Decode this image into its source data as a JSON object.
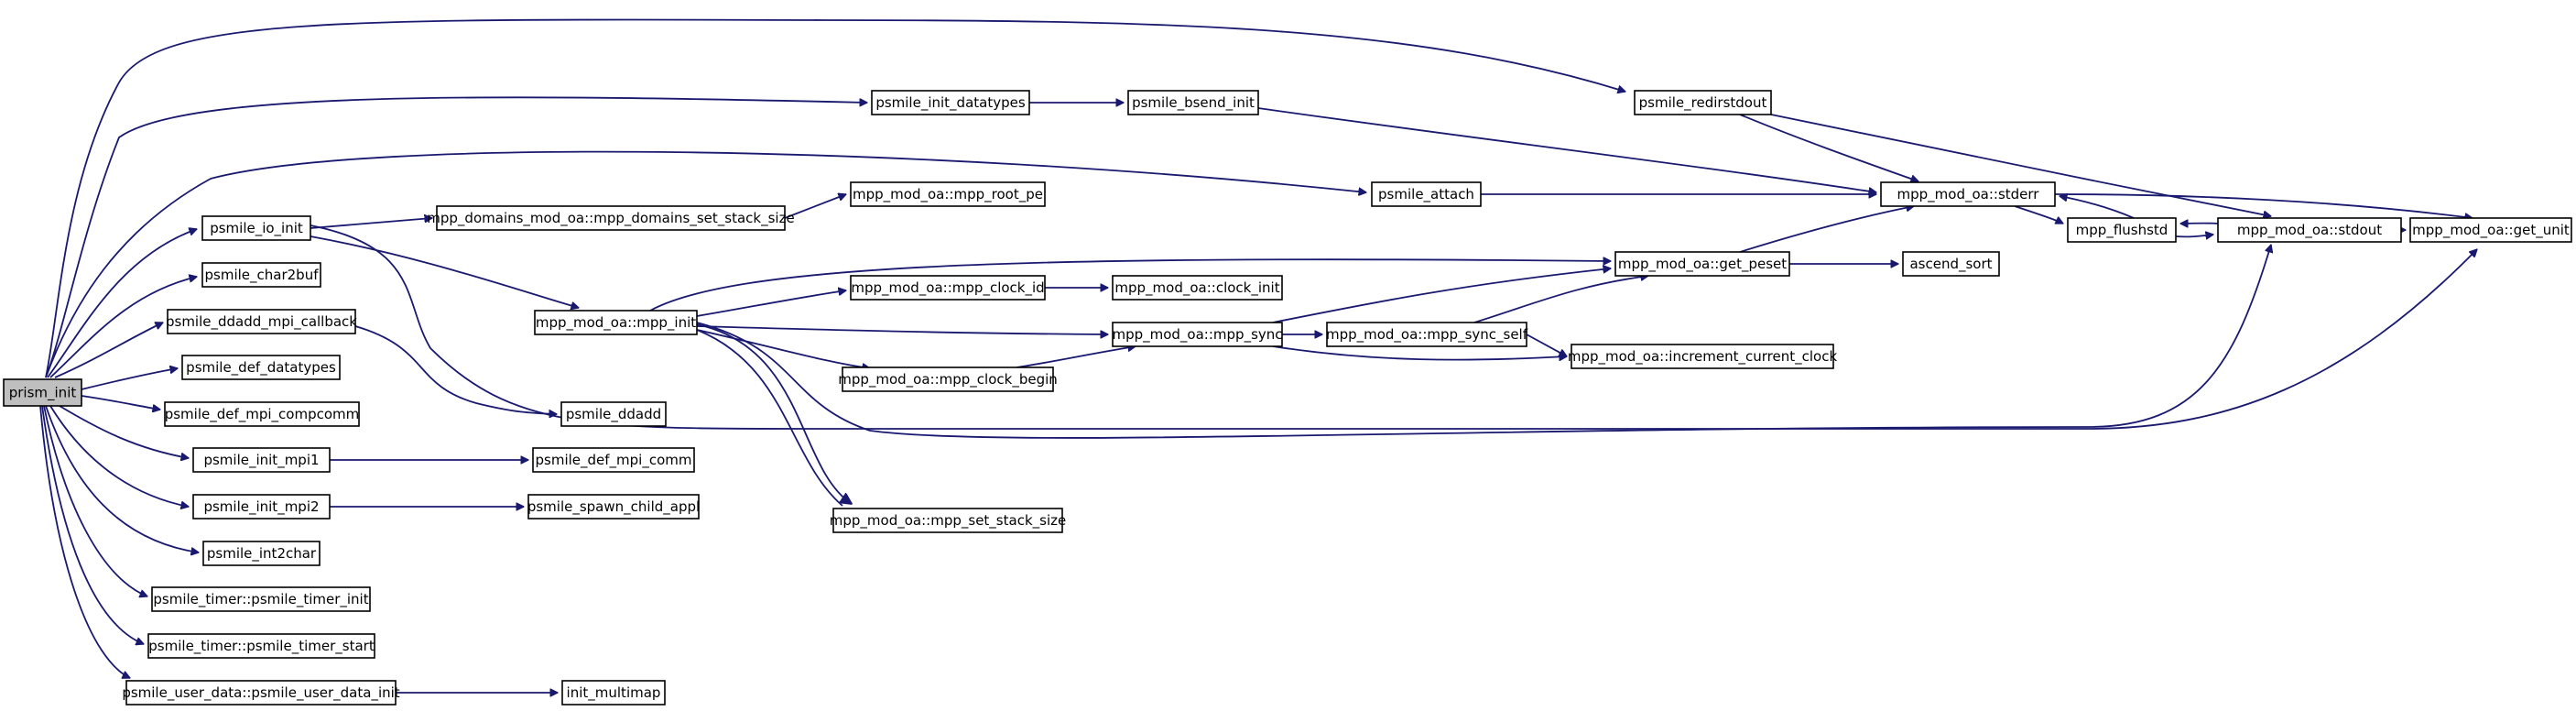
{
  "graph": {
    "title": "",
    "edge_color": "#191970",
    "root_fill": "#bfbfbf",
    "nodes": [
      {
        "id": "prism_init",
        "label": "prism_init",
        "root": true
      },
      {
        "id": "psmile_io_init",
        "label": "psmile_io_init"
      },
      {
        "id": "psmile_char2buf",
        "label": "psmile_char2buf"
      },
      {
        "id": "psmile_ddadd_mpi_callback",
        "label": "psmile_ddadd_mpi_callback"
      },
      {
        "id": "psmile_def_datatypes",
        "label": "psmile_def_datatypes"
      },
      {
        "id": "psmile_def_mpi_compcomm",
        "label": "psmile_def_mpi_compcomm"
      },
      {
        "id": "psmile_init_mpi1",
        "label": "psmile_init_mpi1"
      },
      {
        "id": "psmile_init_mpi2",
        "label": "psmile_init_mpi2"
      },
      {
        "id": "psmile_int2char",
        "label": "psmile_int2char"
      },
      {
        "id": "psmile_timer_init",
        "label": "psmile_timer::psmile_timer_init"
      },
      {
        "id": "psmile_timer_start",
        "label": "psmile_timer::psmile_timer_start"
      },
      {
        "id": "psmile_user_data_init",
        "label": "psmile_user_data::psmile_user_data_init"
      },
      {
        "id": "mpp_domains_set_stack_size",
        "label": "mpp_domains_mod_oa::mpp_domains_set_stack_size"
      },
      {
        "id": "mpp_init",
        "label": "mpp_mod_oa::mpp_init"
      },
      {
        "id": "psmile_ddadd",
        "label": "psmile_ddadd"
      },
      {
        "id": "psmile_def_mpi_comm",
        "label": "psmile_def_mpi_comm"
      },
      {
        "id": "psmile_spawn_child_appl",
        "label": "psmile_spawn_child_appl"
      },
      {
        "id": "init_multimap",
        "label": "init_multimap"
      },
      {
        "id": "psmile_init_datatypes",
        "label": "psmile_init_datatypes"
      },
      {
        "id": "mpp_root_pe",
        "label": "mpp_mod_oa::mpp_root_pe"
      },
      {
        "id": "mpp_clock_id",
        "label": "mpp_mod_oa::mpp_clock_id"
      },
      {
        "id": "mpp_clock_begin",
        "label": "mpp_mod_oa::mpp_clock_begin"
      },
      {
        "id": "mpp_set_stack_size",
        "label": "mpp_mod_oa::mpp_set_stack_size"
      },
      {
        "id": "psmile_bsend_init",
        "label": "psmile_bsend_init"
      },
      {
        "id": "clock_init",
        "label": "mpp_mod_oa::clock_init"
      },
      {
        "id": "mpp_sync",
        "label": "mpp_mod_oa::mpp_sync"
      },
      {
        "id": "mpp_sync_self",
        "label": "mpp_mod_oa::mpp_sync_self"
      },
      {
        "id": "psmile_attach",
        "label": "psmile_attach"
      },
      {
        "id": "psmile_redirstdout",
        "label": "psmile_redirstdout"
      },
      {
        "id": "get_peset",
        "label": "mpp_mod_oa::get_peset"
      },
      {
        "id": "increment_current_clock",
        "label": "mpp_mod_oa::increment_current_clock"
      },
      {
        "id": "stderr",
        "label": "mpp_mod_oa::stderr"
      },
      {
        "id": "ascend_sort",
        "label": "ascend_sort"
      },
      {
        "id": "mpp_flushstd",
        "label": "mpp_flushstd"
      },
      {
        "id": "stdout",
        "label": "mpp_mod_oa::stdout"
      },
      {
        "id": "get_unit",
        "label": "mpp_mod_oa::get_unit"
      }
    ],
    "edges": [
      [
        "prism_init",
        "psmile_redirstdout"
      ],
      [
        "prism_init",
        "psmile_init_datatypes"
      ],
      [
        "prism_init",
        "psmile_attach"
      ],
      [
        "prism_init",
        "psmile_io_init"
      ],
      [
        "prism_init",
        "psmile_char2buf"
      ],
      [
        "prism_init",
        "psmile_ddadd_mpi_callback"
      ],
      [
        "prism_init",
        "psmile_def_datatypes"
      ],
      [
        "prism_init",
        "psmile_def_mpi_compcomm"
      ],
      [
        "prism_init",
        "psmile_init_mpi1"
      ],
      [
        "prism_init",
        "psmile_init_mpi2"
      ],
      [
        "prism_init",
        "psmile_int2char"
      ],
      [
        "prism_init",
        "psmile_timer_init"
      ],
      [
        "prism_init",
        "psmile_timer_start"
      ],
      [
        "prism_init",
        "psmile_user_data_init"
      ],
      [
        "psmile_io_init",
        "mpp_domains_set_stack_size"
      ],
      [
        "psmile_io_init",
        "mpp_init"
      ],
      [
        "psmile_io_init",
        "get_unit"
      ],
      [
        "mpp_domains_set_stack_size",
        "mpp_root_pe"
      ],
      [
        "psmile_ddadd_mpi_callback",
        "psmile_ddadd"
      ],
      [
        "psmile_init_mpi1",
        "psmile_def_mpi_comm"
      ],
      [
        "psmile_init_mpi2",
        "psmile_spawn_child_appl"
      ],
      [
        "psmile_user_data_init",
        "init_multimap"
      ],
      [
        "psmile_init_datatypes",
        "psmile_bsend_init"
      ],
      [
        "psmile_bsend_init",
        "stderr"
      ],
      [
        "psmile_attach",
        "stderr"
      ],
      [
        "psmile_redirstdout",
        "stderr"
      ],
      [
        "psmile_redirstdout",
        "stdout"
      ],
      [
        "mpp_init",
        "get_peset"
      ],
      [
        "mpp_init",
        "mpp_clock_id"
      ],
      [
        "mpp_init",
        "mpp_sync"
      ],
      [
        "mpp_init",
        "mpp_clock_begin"
      ],
      [
        "mpp_init",
        "mpp_set_stack_size"
      ],
      [
        "mpp_init",
        "stdout"
      ],
      [
        "mpp_clock_id",
        "clock_init"
      ],
      [
        "mpp_clock_begin",
        "mpp_sync"
      ],
      [
        "mpp_sync",
        "get_peset"
      ],
      [
        "mpp_sync",
        "mpp_sync_self"
      ],
      [
        "mpp_sync",
        "increment_current_clock"
      ],
      [
        "mpp_sync_self",
        "get_peset"
      ],
      [
        "mpp_sync_self",
        "increment_current_clock"
      ],
      [
        "get_peset",
        "stderr"
      ],
      [
        "get_peset",
        "ascend_sort"
      ],
      [
        "stderr",
        "mpp_flushstd"
      ],
      [
        "stderr",
        "get_unit"
      ],
      [
        "mpp_flushstd",
        "stderr"
      ],
      [
        "mpp_flushstd",
        "stdout"
      ],
      [
        "stdout",
        "mpp_flushstd"
      ],
      [
        "stdout",
        "get_unit"
      ]
    ]
  }
}
